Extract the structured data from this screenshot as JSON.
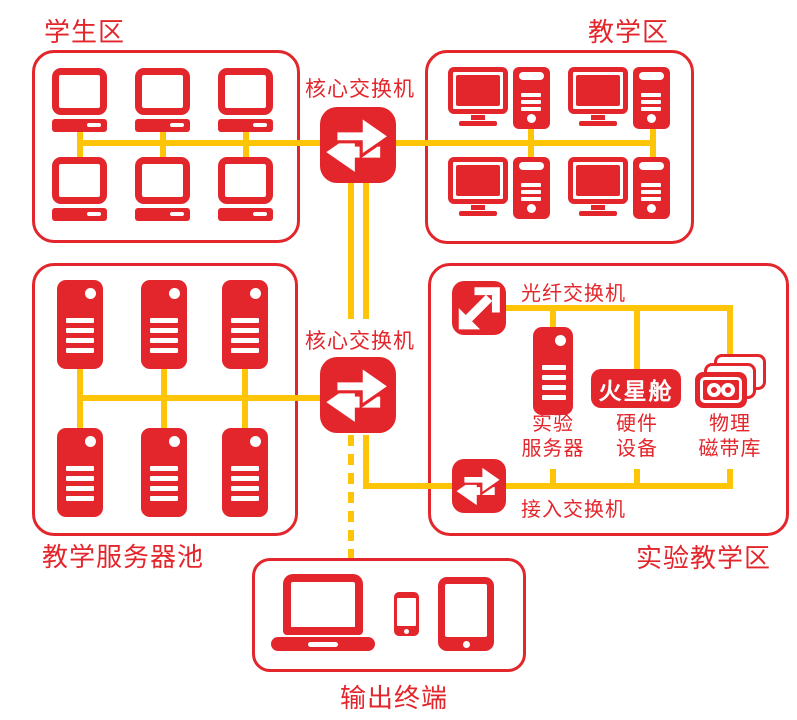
{
  "colors": {
    "red": "#E3262C",
    "yellow": "#FDC408"
  },
  "areas": {
    "student": {
      "label": "学生区"
    },
    "teaching": {
      "label": "教学区"
    },
    "server_pool": {
      "label": "教学服务器池"
    },
    "experimental": {
      "label": "实验教学区"
    },
    "output_terminal": {
      "label": "输出终端"
    }
  },
  "switches": {
    "core_top": {
      "label": "核心交换机"
    },
    "core_bottom": {
      "label": "核心交换机"
    },
    "fiber": {
      "label": "光纤交换机"
    },
    "access": {
      "label": "接入交换机"
    }
  },
  "devices": {
    "experiment_server": {
      "label_line1": "实验",
      "label_line2": "服务器"
    },
    "hardware_equipment": {
      "label_line1": "硬件",
      "label_line2": "设备",
      "badge": "火星舱"
    },
    "tape_library": {
      "label_line1": "物理",
      "label_line2": "磁带库"
    }
  }
}
